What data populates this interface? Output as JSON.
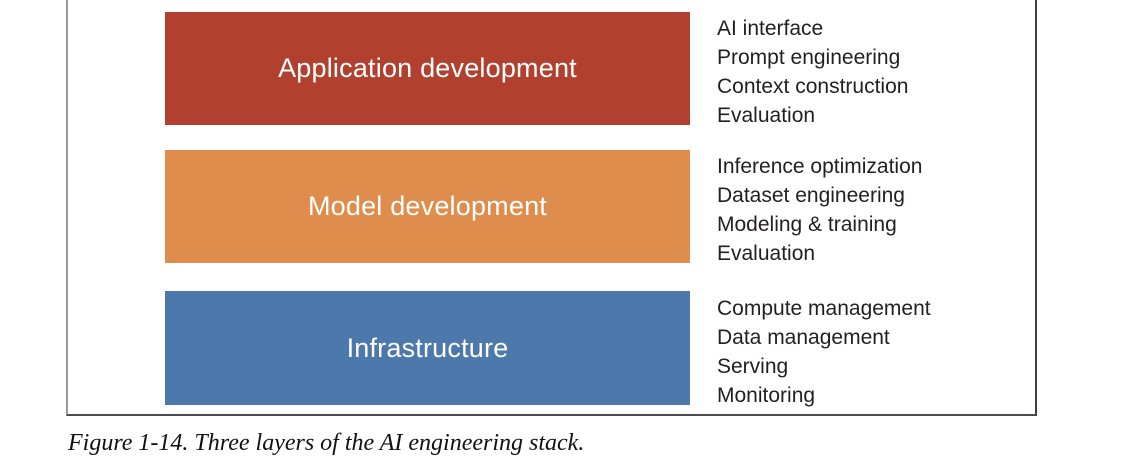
{
  "figure": {
    "caption": "Figure 1-14. Three layers of the AI engineering stack.",
    "layers": [
      {
        "id": "application-development",
        "label": "Application development",
        "color": "#b2402e",
        "items": [
          "AI interface",
          "Prompt engineering",
          "Context construction",
          "Evaluation"
        ]
      },
      {
        "id": "model-development",
        "label": "Model development",
        "color": "#df8d4d",
        "items": [
          "Inference optimization",
          "Dataset engineering",
          "Modeling & training",
          "Evaluation"
        ]
      },
      {
        "id": "infrastructure",
        "label": "Infrastructure",
        "color": "#4c78ab",
        "items": [
          "Compute management",
          "Data management",
          "Serving",
          "Monitoring"
        ]
      }
    ],
    "colors": {
      "label_text": "#ffffff",
      "detail_text": "#231f20",
      "caption_text": "#111111",
      "frame_border": "#4a4a50",
      "page_background": "#ffffff"
    }
  }
}
